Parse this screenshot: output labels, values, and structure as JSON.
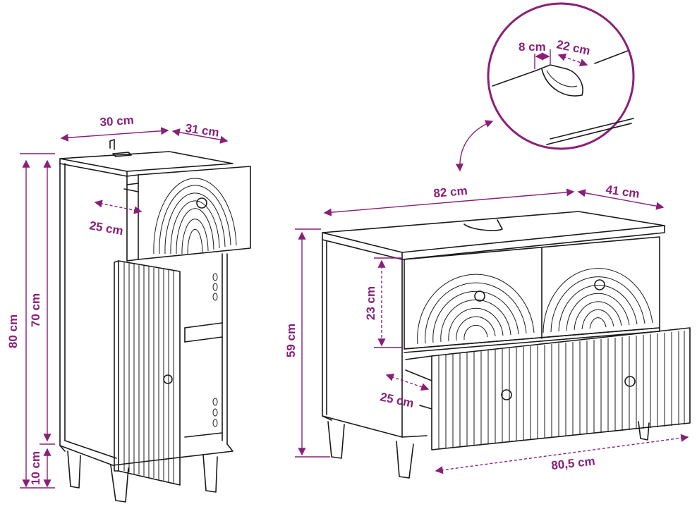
{
  "colors": {
    "dimension": "#8a1f7a",
    "line": "#1a1a1a",
    "background": "#ffffff"
  },
  "tall_cabinet": {
    "width": "30 cm",
    "depth": "31 cm",
    "drawer_depth": "25 cm",
    "total_height": "80 cm",
    "body_height": "70 cm",
    "leg_height": "10 cm"
  },
  "sink_cabinet": {
    "width": "82 cm",
    "depth": "41 cm",
    "drawer_height": "23 cm",
    "total_height": "59 cm",
    "drawer_depth": "25 cm",
    "bottom_width": "80,5 cm"
  },
  "detail": {
    "notch_width": "8 cm",
    "notch_depth": "22 cm"
  }
}
